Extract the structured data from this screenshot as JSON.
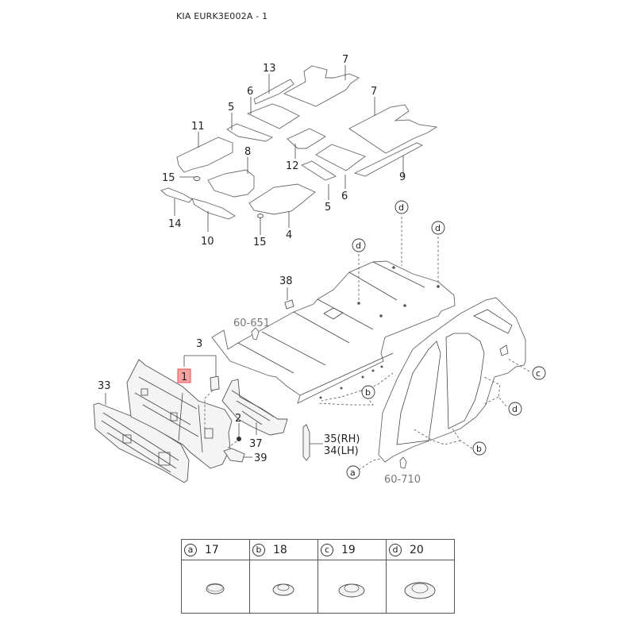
{
  "title": "KIA EURK3E002A - 1",
  "highlighted_part": "1",
  "floor_mat_labels": [
    "13",
    "7",
    "6",
    "5",
    "7",
    "11",
    "8",
    "15",
    "12",
    "9",
    "6",
    "5",
    "14",
    "10",
    "15",
    "4"
  ],
  "body_labels": {
    "p38": "38",
    "ref1": "60-651",
    "p3": "3",
    "p1": "1",
    "p33": "33",
    "p2": "2",
    "p37": "37",
    "p39": "39",
    "p35": "35(RH)",
    "p34": "34(LH)",
    "ref2": "60-710"
  },
  "callouts": {
    "a": "a",
    "b": "b",
    "c": "c",
    "d": "d"
  },
  "legend": [
    {
      "key": "a",
      "part": "17"
    },
    {
      "key": "b",
      "part": "18"
    },
    {
      "key": "c",
      "part": "19"
    },
    {
      "key": "d",
      "part": "20"
    }
  ]
}
